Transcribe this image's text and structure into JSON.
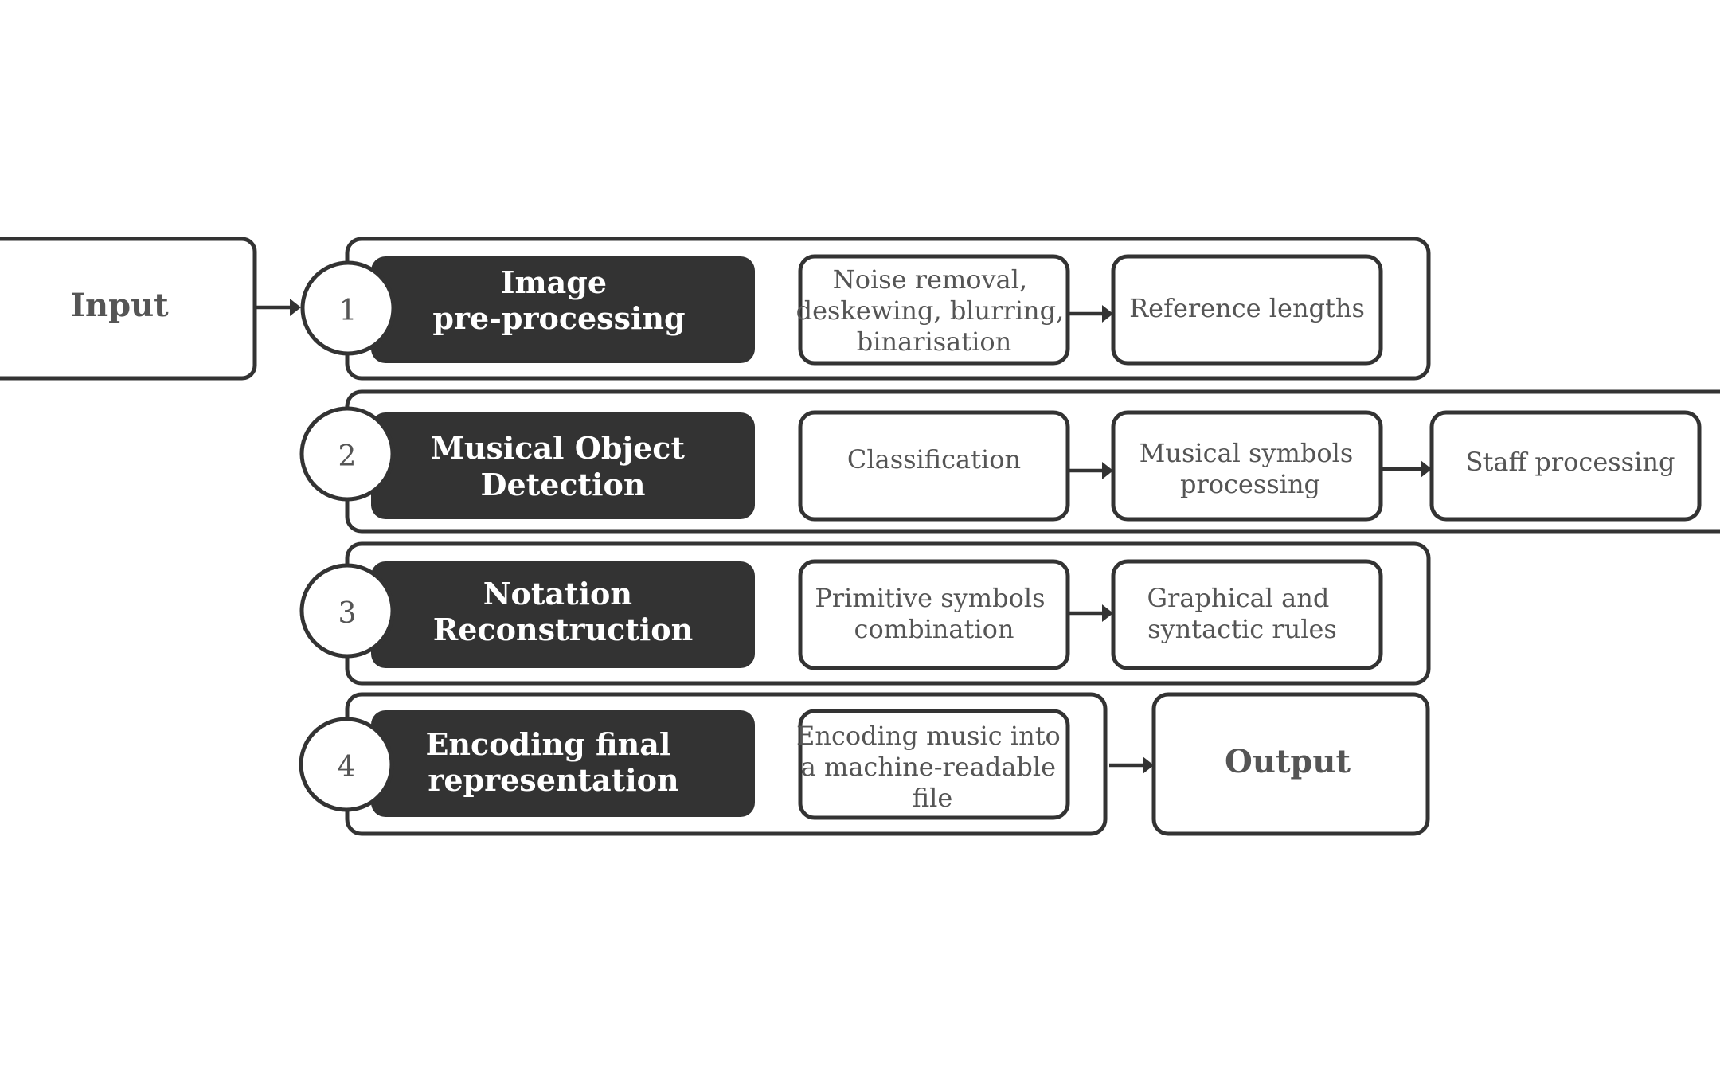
{
  "input_label": "Input",
  "output_label": "Output",
  "stages": [
    {
      "number": "1",
      "title": [
        "Image",
        "pre-processing"
      ],
      "steps": [
        [
          "Noise removal,",
          "deskewing, blurring,",
          "binarisation"
        ],
        [
          "Reference lengths"
        ]
      ]
    },
    {
      "number": "2",
      "title": [
        "Musical Object",
        "Detection"
      ],
      "steps": [
        [
          "Classification"
        ],
        [
          "Musical symbols",
          "processing"
        ],
        [
          "Staff processing"
        ]
      ]
    },
    {
      "number": "3",
      "title": [
        "Notation",
        "Reconstruction"
      ],
      "steps": [
        [
          "Primitive symbols",
          "combination"
        ],
        [
          "Graphical and",
          "syntactic rules"
        ]
      ]
    },
    {
      "number": "4",
      "title": [
        "Encoding final",
        "representation"
      ],
      "steps": [
        [
          "Encoding music into",
          "a machine-readable",
          "file"
        ]
      ]
    }
  ],
  "colors": {
    "dark_fill": "#333333",
    "stroke": "#333333",
    "text": "#555555",
    "background": "#ffffff"
  }
}
